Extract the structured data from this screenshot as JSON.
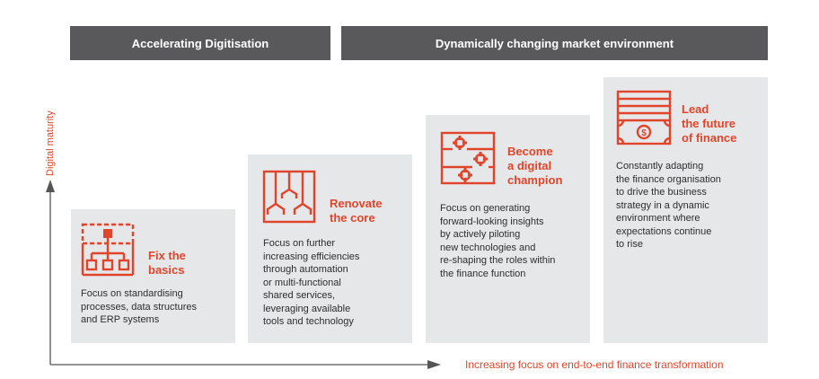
{
  "banners": [
    {
      "label": "Accelerating Digitisation"
    },
    {
      "label": "Dynamically changing market environment"
    }
  ],
  "axes": {
    "y_label": "Digital maturity",
    "x_label": "Increasing focus on end-to-end finance transformation"
  },
  "stages": [
    {
      "icon": "process-hierarchy-icon",
      "title_lines": [
        "Fix the",
        "basics"
      ],
      "description_lines": [
        "Focus on standardising",
        "processes, data structures",
        "and ERP systems"
      ]
    },
    {
      "icon": "branching-pipes-icon",
      "title_lines": [
        "Renovate",
        "the core"
      ],
      "description_lines": [
        "Focus on further",
        "increasing efficiencies",
        "through automation",
        "or multi-functional",
        "shared services,",
        "leveraging available",
        "tools and technology"
      ]
    },
    {
      "icon": "gears-icon",
      "title_lines": [
        "Become",
        "a digital",
        "champion"
      ],
      "description_lines": [
        "Focus on generating",
        "forward-looking insights",
        "by actively piloting",
        "new technologies and",
        "re-shaping the roles within",
        "the finance function"
      ]
    },
    {
      "icon": "money-stack-icon",
      "title_lines": [
        "Lead",
        "the future",
        "of finance"
      ],
      "description_lines": [
        "Constantly adapting",
        "the finance organisation",
        "to drive the business",
        "strategy in a dynamic",
        "environment where",
        "expectations continue",
        "to rise"
      ]
    }
  ],
  "colors": {
    "accent": "#e0452c",
    "banner_bg": "#59595b",
    "card_bg": "#e6e7e8",
    "axis": "#555555"
  }
}
